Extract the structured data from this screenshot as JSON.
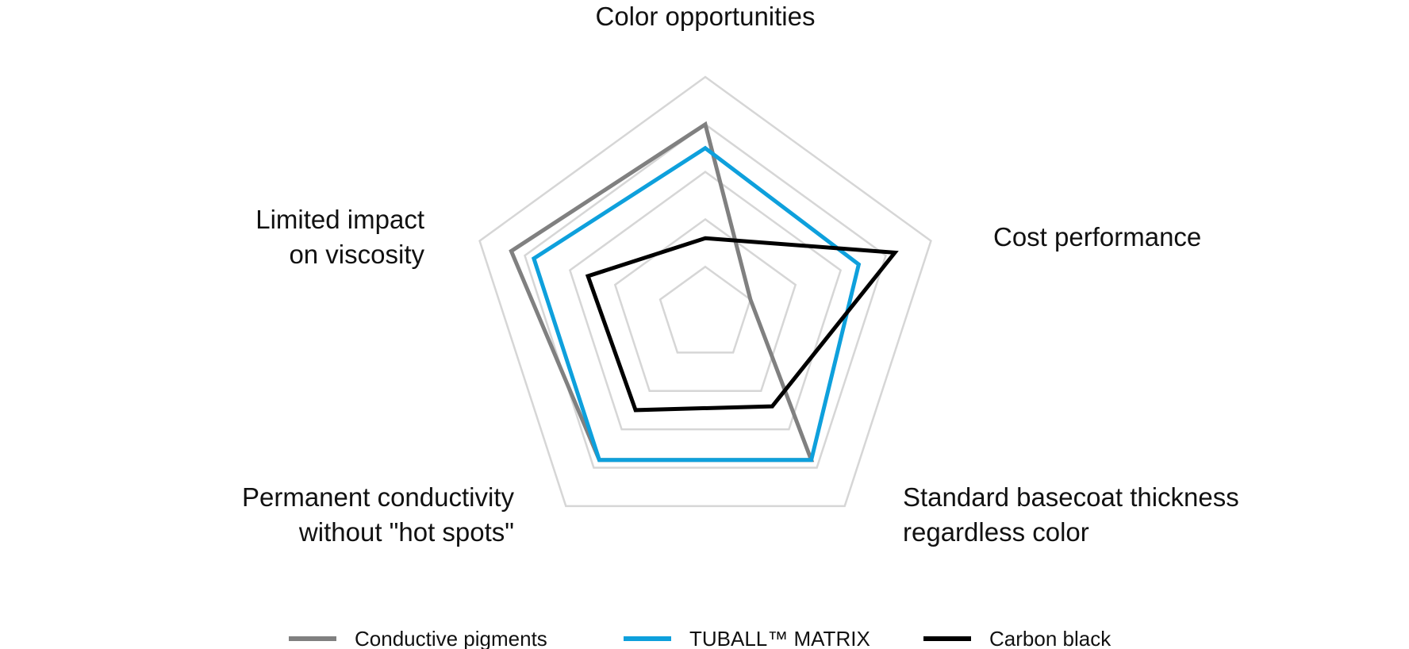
{
  "chart_data": {
    "type": "radar",
    "axes": [
      {
        "label_lines": [
          "Color opportunities"
        ]
      },
      {
        "label_lines": [
          "Cost performance"
        ]
      },
      {
        "label_lines": [
          "Standard basecoat thickness",
          "regardless color"
        ]
      },
      {
        "label_lines": [
          "Permanent conductivity",
          "without \"hot spots\""
        ]
      },
      {
        "label_lines": [
          "Limited impact",
          "on viscosity"
        ]
      }
    ],
    "scale": {
      "min": 0,
      "max": 5,
      "rings": [
        1,
        2,
        3,
        4,
        5
      ]
    },
    "series": [
      {
        "name": "Conductive pigments",
        "color": "#808080",
        "values": [
          4.0,
          1.0,
          3.8,
          3.8,
          4.3
        ]
      },
      {
        "name": "TUBALL™  MATRIX",
        "color": "#0ea0dc",
        "values": [
          3.5,
          3.4,
          3.8,
          3.8,
          3.8
        ]
      },
      {
        "name": "Carbon black",
        "color": "#000000",
        "values": [
          1.6,
          4.2,
          2.4,
          2.5,
          2.6
        ]
      }
    ],
    "grid": true,
    "grid_color": "#d6d6d6",
    "legend": "bottom"
  }
}
